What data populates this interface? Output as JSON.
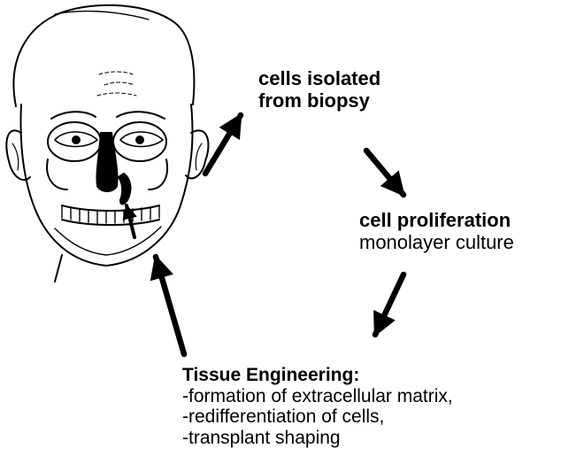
{
  "figure": {
    "steps": [
      {
        "title": "cells isolated",
        "title2": "from biopsy"
      },
      {
        "title": "cell proliferation",
        "subtitle": "monolayer culture"
      },
      {
        "title": "Tissue Engineering:",
        "items": [
          "-formation of extracellular matrix,",
          "-redifferentiation of cells,",
          "-transplant shaping"
        ]
      }
    ],
    "colors": {
      "ink": "#000000",
      "background": "#ffffff"
    },
    "icons": [
      "head-illustration",
      "arrow"
    ]
  }
}
